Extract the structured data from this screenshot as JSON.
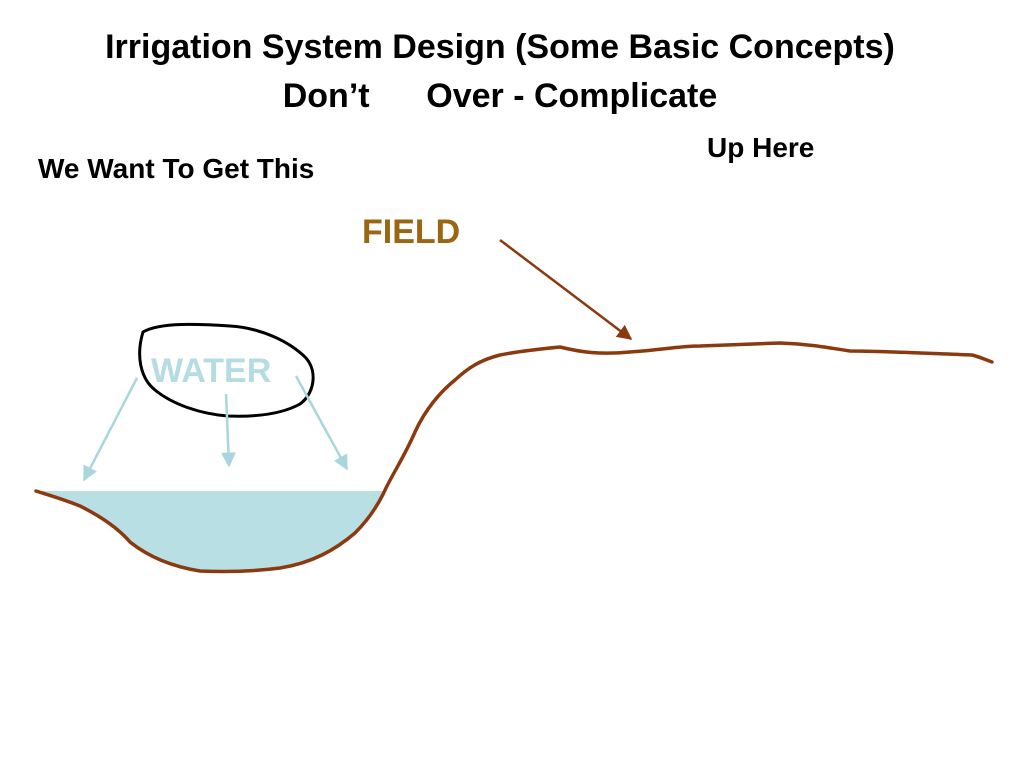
{
  "slide": {
    "title_line_1": "Irrigation System Design (Some Basic Concepts)",
    "title_line_2": "Don’t      Over - Complicate",
    "subtitle_left": "We Want To Get This",
    "subtitle_right": "Up Here"
  },
  "diagram": {
    "field_label": "FIELD",
    "water_label": "WATER"
  },
  "colors": {
    "ground": "#8b3a0f",
    "field_label": "#9a6612",
    "water_label": "#b4dce2",
    "pond_fill": "#b8dfe3",
    "water_arrows": "#a9d6dc",
    "cloud_outline": "#000000",
    "text": "#000000"
  }
}
